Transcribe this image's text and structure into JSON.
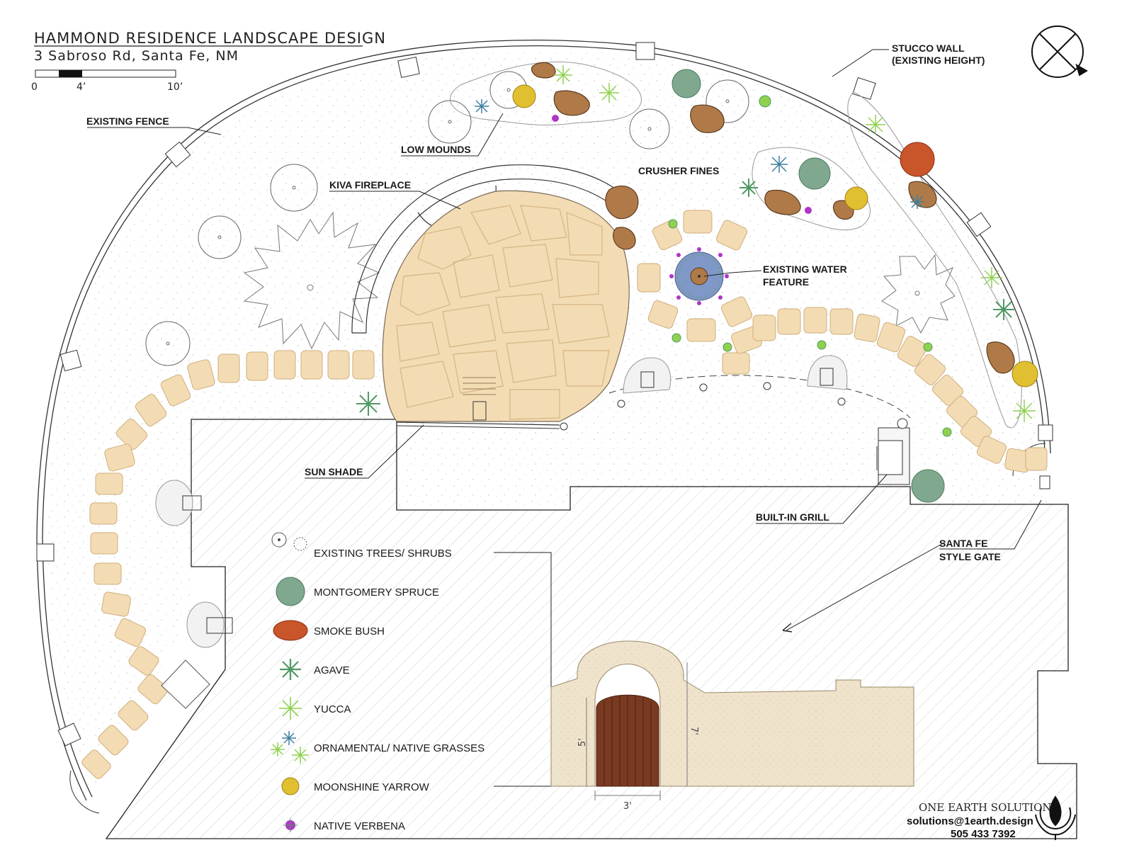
{
  "title": {
    "main": "HAMMOND RESIDENCE LANDSCAPE DESIGN",
    "address": "3 Sabroso Rd, Santa Fe, NM"
  },
  "scale_bar": {
    "ticks": [
      "0",
      "4’",
      "10’"
    ]
  },
  "callouts": {
    "existing_fence": "EXISTING FENCE",
    "stucco_wall_1": "STUCCO WALL",
    "stucco_wall_2": "(EXISTING HEIGHT)",
    "low_mounds": "LOW MOUNDS",
    "kiva_fireplace": "KIVA FIREPLACE",
    "crusher_fines": "CRUSHER FINES",
    "water_feature_1": "EXISTING WATER",
    "water_feature_2": "FEATURE",
    "sun_shade": "SUN SHADE",
    "built_in_grill": "BUILT-IN GRILL",
    "gate_1": "SANTA FE",
    "gate_2": "STYLE GATE"
  },
  "legend": [
    {
      "icon": "existing-tree-icon",
      "label": "EXISTING TREES/ SHRUBS"
    },
    {
      "icon": "montgomery-spruce-icon",
      "label": "MONTGOMERY SPRUCE",
      "color": "#7fa88f"
    },
    {
      "icon": "smoke-bush-icon",
      "label": "SMOKE BUSH",
      "color": "#c9552a"
    },
    {
      "icon": "agave-icon",
      "label": "AGAVE",
      "color": "#4f9a63"
    },
    {
      "icon": "yucca-icon",
      "label": "YUCCA",
      "color": "#8fd14f"
    },
    {
      "icon": "native-grasses-icon",
      "label": "ORNAMENTAL/ NATIVE GRASSES",
      "color": "#3f7fa0"
    },
    {
      "icon": "moonshine-yarrow-icon",
      "label": "MOONSHINE YARROW",
      "color": "#e0c030"
    },
    {
      "icon": "native-verbena-icon",
      "label": "NATIVE VERBENA",
      "color": "#b035c8"
    }
  ],
  "gate_elevation": {
    "width": "3'",
    "height_gate": "5'",
    "height_wall": "7'"
  },
  "company": {
    "name": "ONE EARTH SOLUTIONS",
    "email": "solutions@1earth.design",
    "phone": "505 433 7392"
  },
  "colors": {
    "flagstone": "#f3dcb4",
    "flagstone_joint": "#d9b98a",
    "boulder": "#b07a48",
    "stucco": "#efe3cc",
    "gate_wood": "#7a3a22",
    "water": "#7f98c8"
  }
}
